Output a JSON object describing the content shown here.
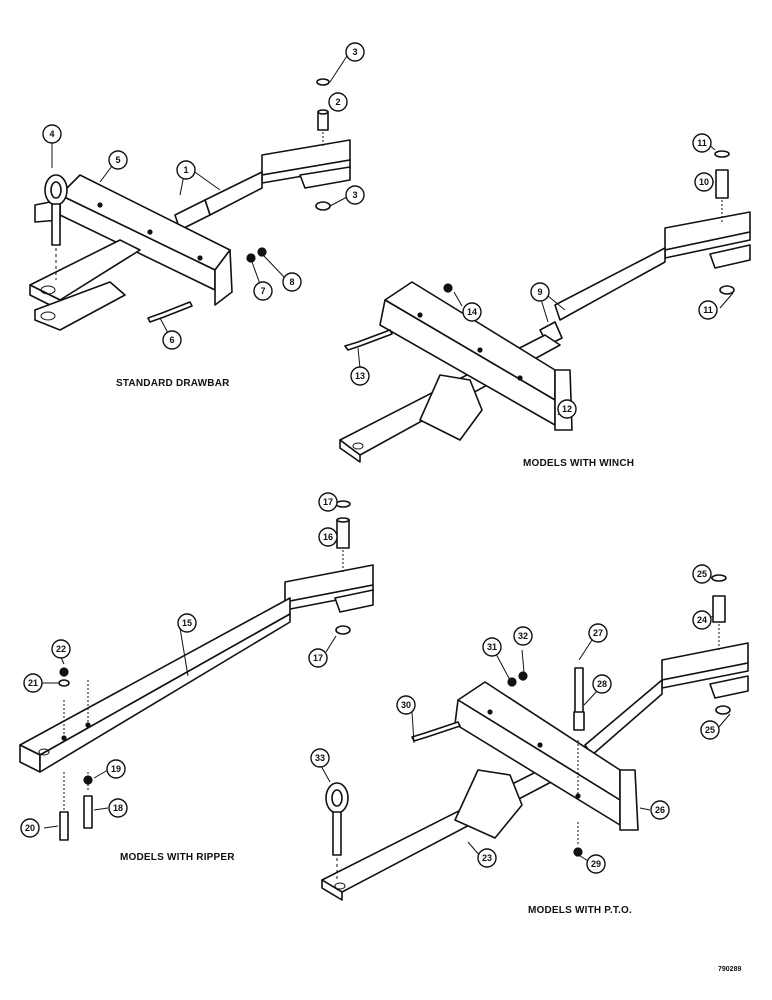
{
  "diagram": {
    "sections": [
      {
        "id": "standard",
        "caption": "STANDARD DRAWBAR"
      },
      {
        "id": "winch",
        "caption": "MODELS WITH WINCH"
      },
      {
        "id": "ripper",
        "caption": "MODELS WITH RIPPER"
      },
      {
        "id": "pto",
        "caption": "MODELS WITH P.T.O."
      }
    ],
    "reference_number": "790289",
    "callouts": [
      "1",
      "2",
      "3",
      "3",
      "4",
      "5",
      "6",
      "7",
      "8",
      "9",
      "10",
      "11",
      "11",
      "12",
      "13",
      "14",
      "15",
      "16",
      "17",
      "17",
      "18",
      "19",
      "20",
      "21",
      "22",
      "23",
      "24",
      "25",
      "25",
      "26",
      "27",
      "28",
      "29",
      "30",
      "31",
      "32",
      "33"
    ]
  }
}
